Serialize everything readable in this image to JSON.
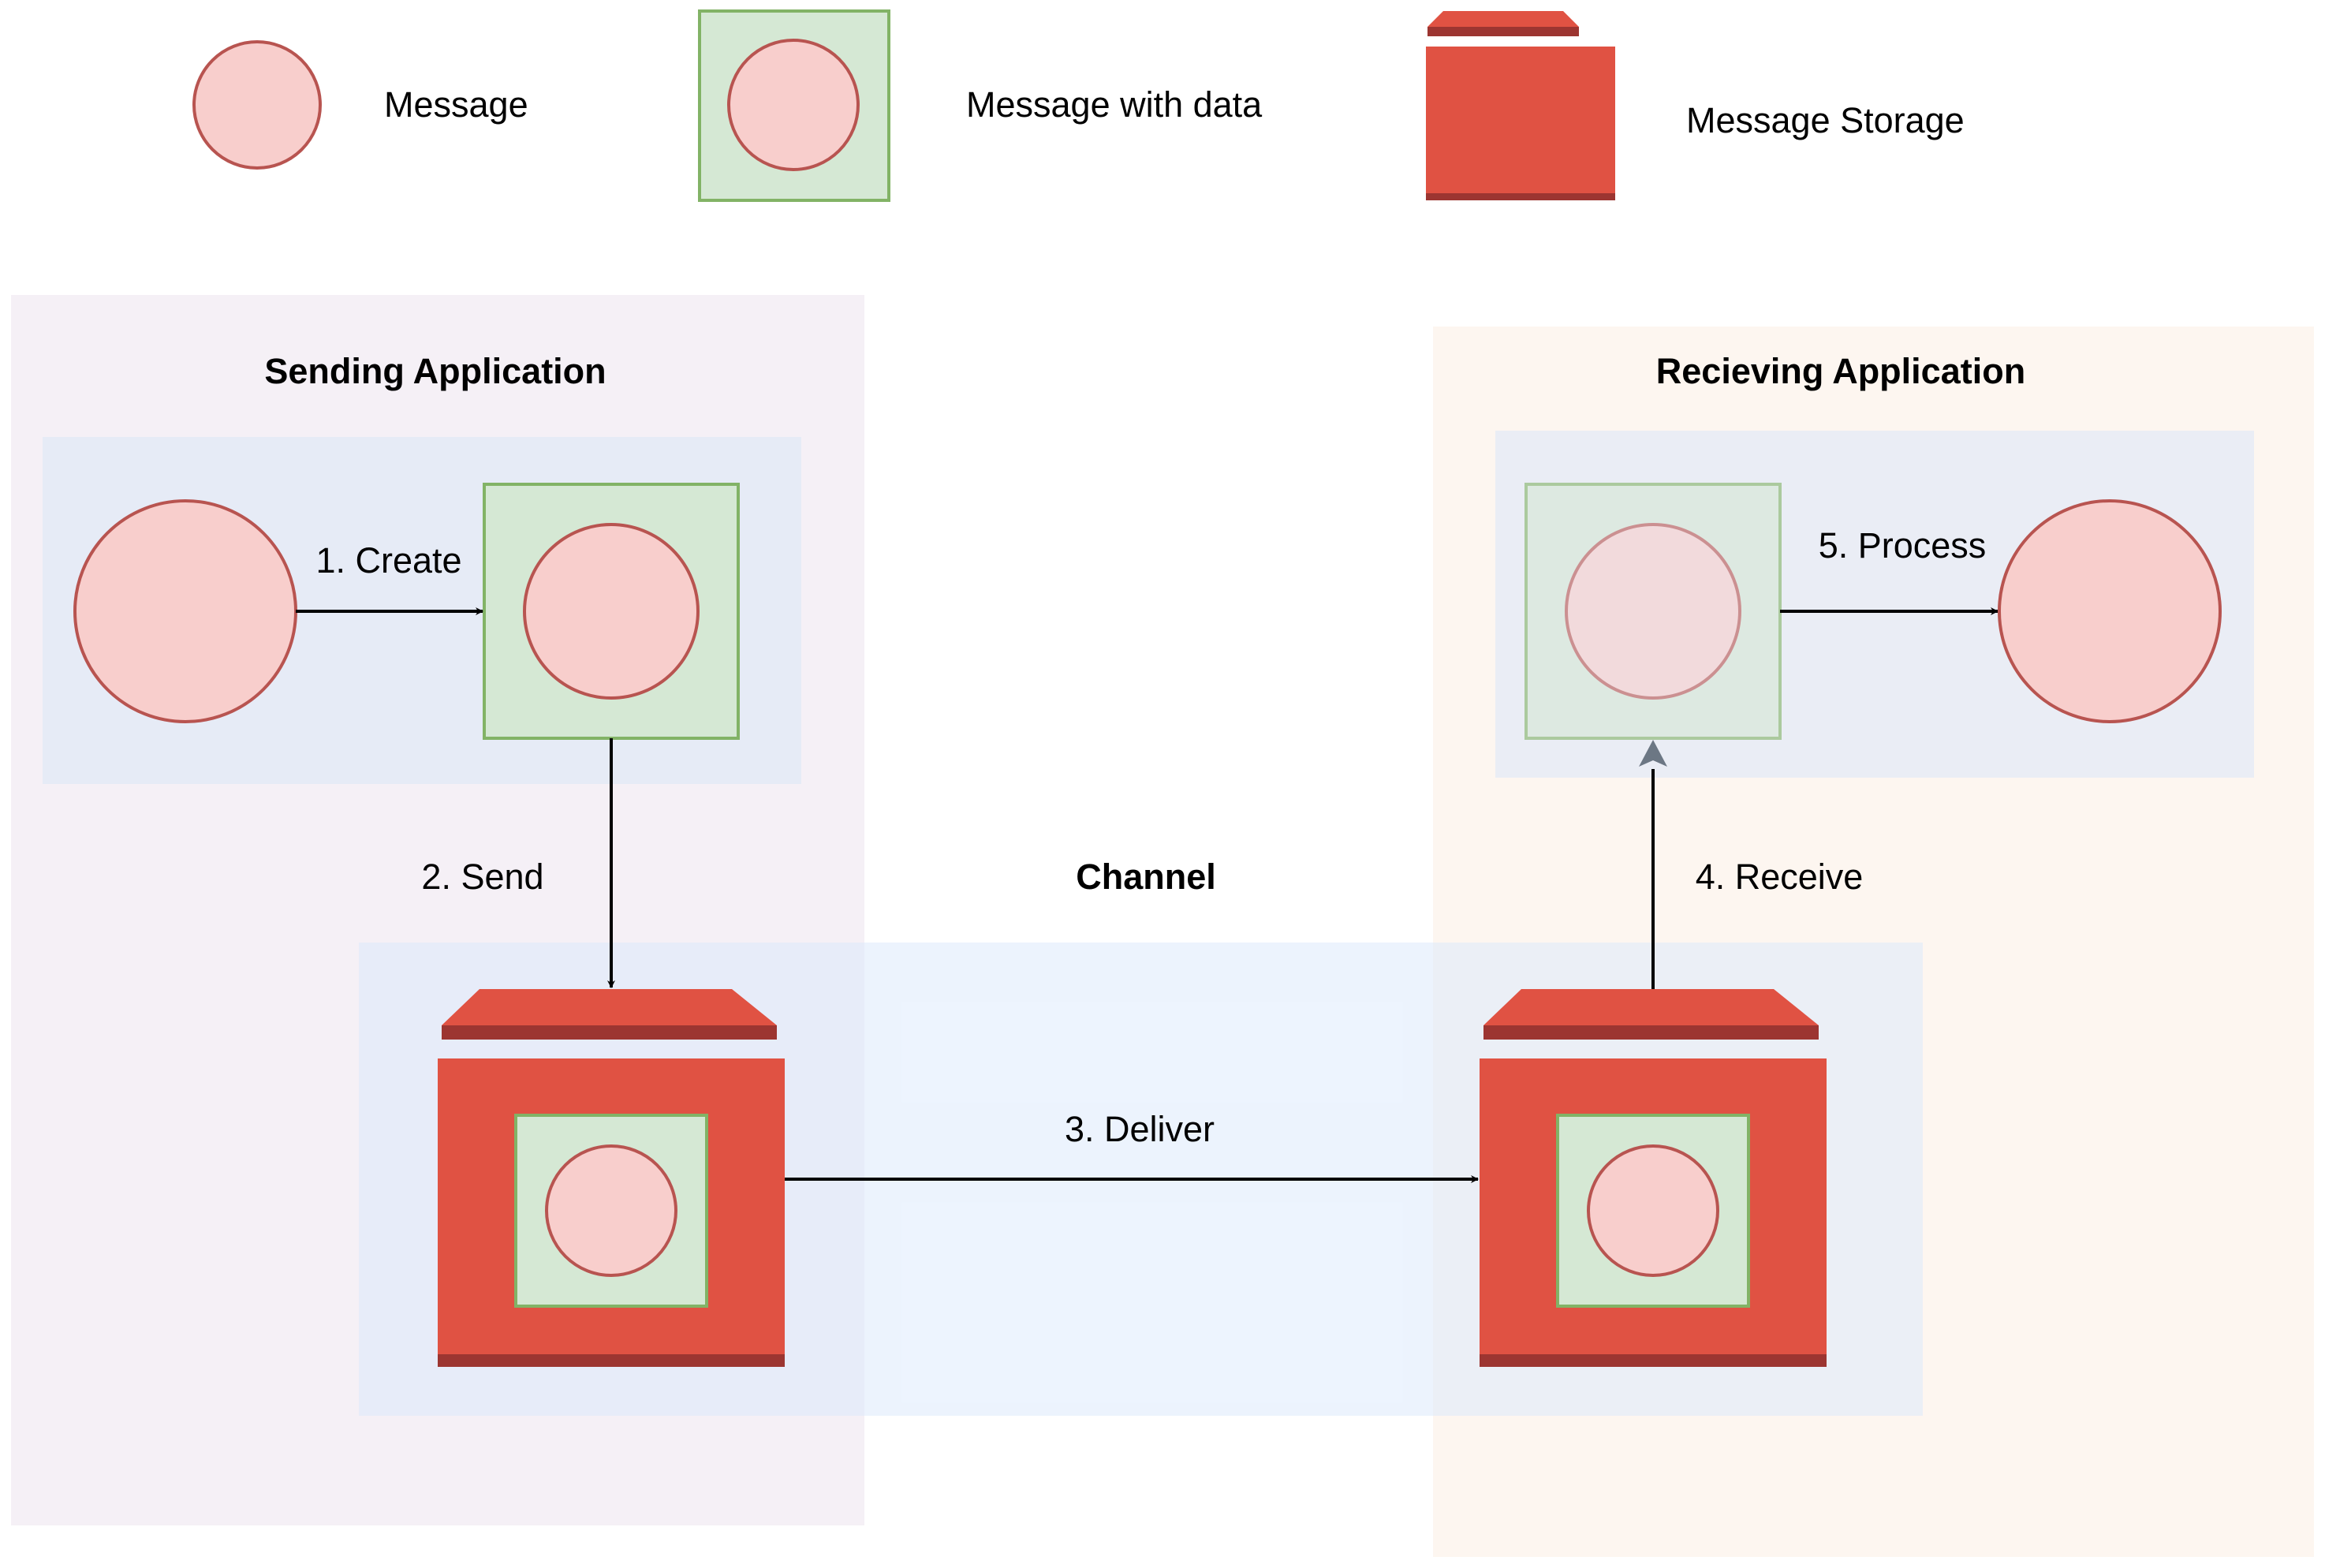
{
  "legend": {
    "message": "Message",
    "message_with_data": "Message with data",
    "message_storage": "Message Storage"
  },
  "sections": {
    "sending": "Sending Application",
    "receiving": "Recieving Application",
    "channel": "Channel"
  },
  "steps": {
    "create": "1. Create",
    "send": "2. Send",
    "deliver": "3. Deliver",
    "receive": "4. Receive",
    "process": "5. Process"
  },
  "colors": {
    "message_fill": "#f8cecc",
    "message_stroke": "#b85450",
    "data_fill": "#d5e8d4",
    "data_stroke": "#82b366",
    "storage_red": "#e05243",
    "storage_dark": "#9c3531",
    "sending_bg": "#f5f0f6",
    "receiving_bg": "#fdf6f0",
    "inner_bg": "#e6ebf6",
    "channel_bg": "#dae8fc"
  },
  "icons": [
    "message-circle-icon",
    "message-with-data-icon",
    "message-storage-icon",
    "arrow-icon"
  ]
}
